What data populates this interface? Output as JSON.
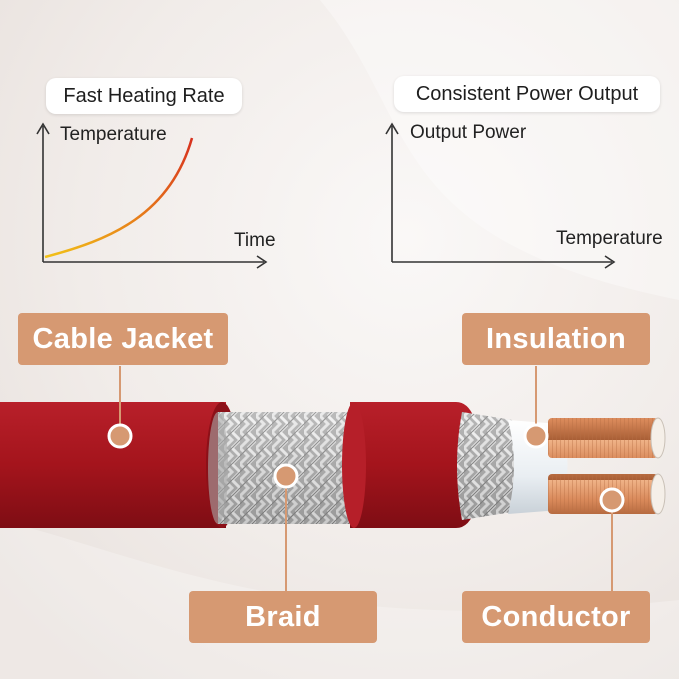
{
  "charts": {
    "left": {
      "title": "Fast Heating Rate",
      "ylabel": "Temperature",
      "xlabel": "Time"
    },
    "right": {
      "title": "Consistent Power Output",
      "ylabel": "Output Power",
      "xlabel": "Temperature"
    }
  },
  "callouts": {
    "cable_jacket": "Cable Jacket",
    "insulation": "Insulation",
    "braid": "Braid",
    "conductor": "Conductor"
  },
  "colors": {
    "jacket": "#a4141c",
    "callout": "#d69972",
    "curve_start": "#f2c318",
    "curve_end": "#d7301e",
    "copper": "#d9895a"
  }
}
